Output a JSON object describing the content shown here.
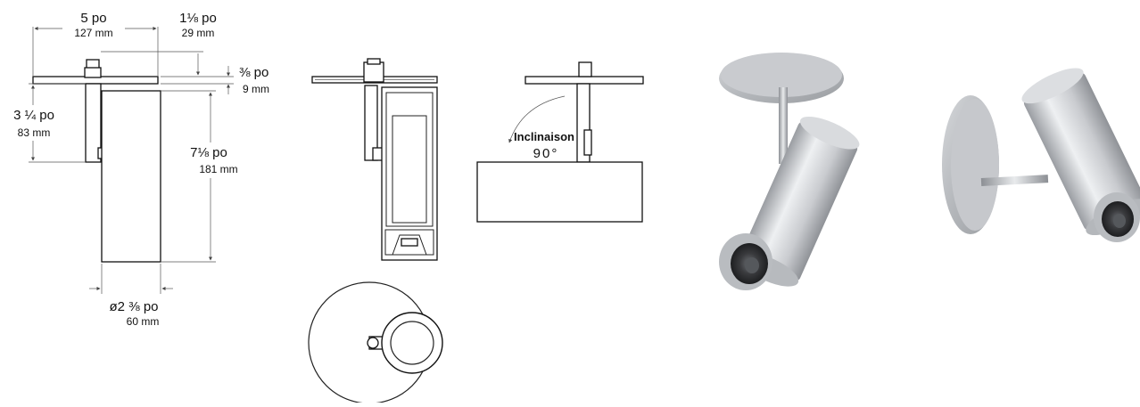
{
  "dimensions": {
    "width_in": "5 po",
    "width_mm": "127 mm",
    "canopy_offset_in": "1⅛ po",
    "canopy_offset_mm": "29 mm",
    "canopy_thickness_in": "⅜ po",
    "canopy_thickness_mm": "9 mm",
    "stem_height_in": "3 ¼ po",
    "stem_height_mm": "83 mm",
    "body_length_in": "7⅛ po",
    "body_length_mm": "181 mm",
    "diameter_in": "ø2 ⅜ po",
    "diameter_mm": "60 mm"
  },
  "tilt": {
    "label": "Inclinaison",
    "value": "90°"
  },
  "colors": {
    "line": "#222222",
    "metal_light": "#e4e5e7",
    "metal_mid": "#c3c5c9",
    "metal_dark": "#8e9196",
    "lens": "#2f3033"
  }
}
